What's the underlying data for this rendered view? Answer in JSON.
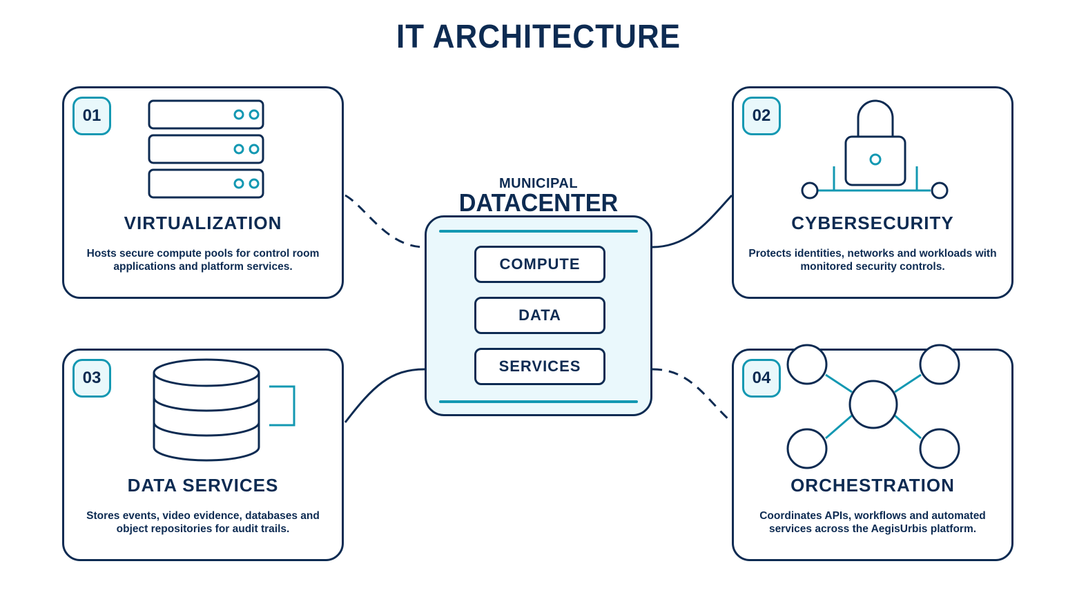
{
  "title": "IT ARCHITECTURE",
  "colors": {
    "navy": "#0d2b52",
    "teal": "#1398b2",
    "center_fill": "#eaf8fc"
  },
  "center": {
    "label_small": "MUNICIPAL",
    "label_big": "DATACENTER",
    "items": [
      "COMPUTE",
      "DATA",
      "SERVICES"
    ]
  },
  "cards": [
    {
      "number": "01",
      "title": "VIRTUALIZATION",
      "description": "Hosts secure compute pools for control room applications and platform services.",
      "icon": "server-rack-icon"
    },
    {
      "number": "02",
      "title": "CYBERSECURITY",
      "description": "Protects identities, networks and workloads with monitored security controls.",
      "icon": "padlock-network-icon"
    },
    {
      "number": "03",
      "title": "DATA SERVICES",
      "description": "Stores events, video evidence, databases and object repositories for audit trails.",
      "icon": "database-icon"
    },
    {
      "number": "04",
      "title": "ORCHESTRATION",
      "description": "Coordinates APIs, workflows and automated services across the AegisUrbis platform.",
      "icon": "node-network-icon"
    }
  ],
  "connectors": [
    {
      "from": "VIRTUALIZATION",
      "to": "DATACENTER",
      "style": "dashed"
    },
    {
      "from": "CYBERSECURITY",
      "to": "DATACENTER",
      "style": "solid"
    },
    {
      "from": "DATA SERVICES",
      "to": "DATACENTER",
      "style": "solid"
    },
    {
      "from": "ORCHESTRATION",
      "to": "DATACENTER",
      "style": "dashed"
    }
  ]
}
